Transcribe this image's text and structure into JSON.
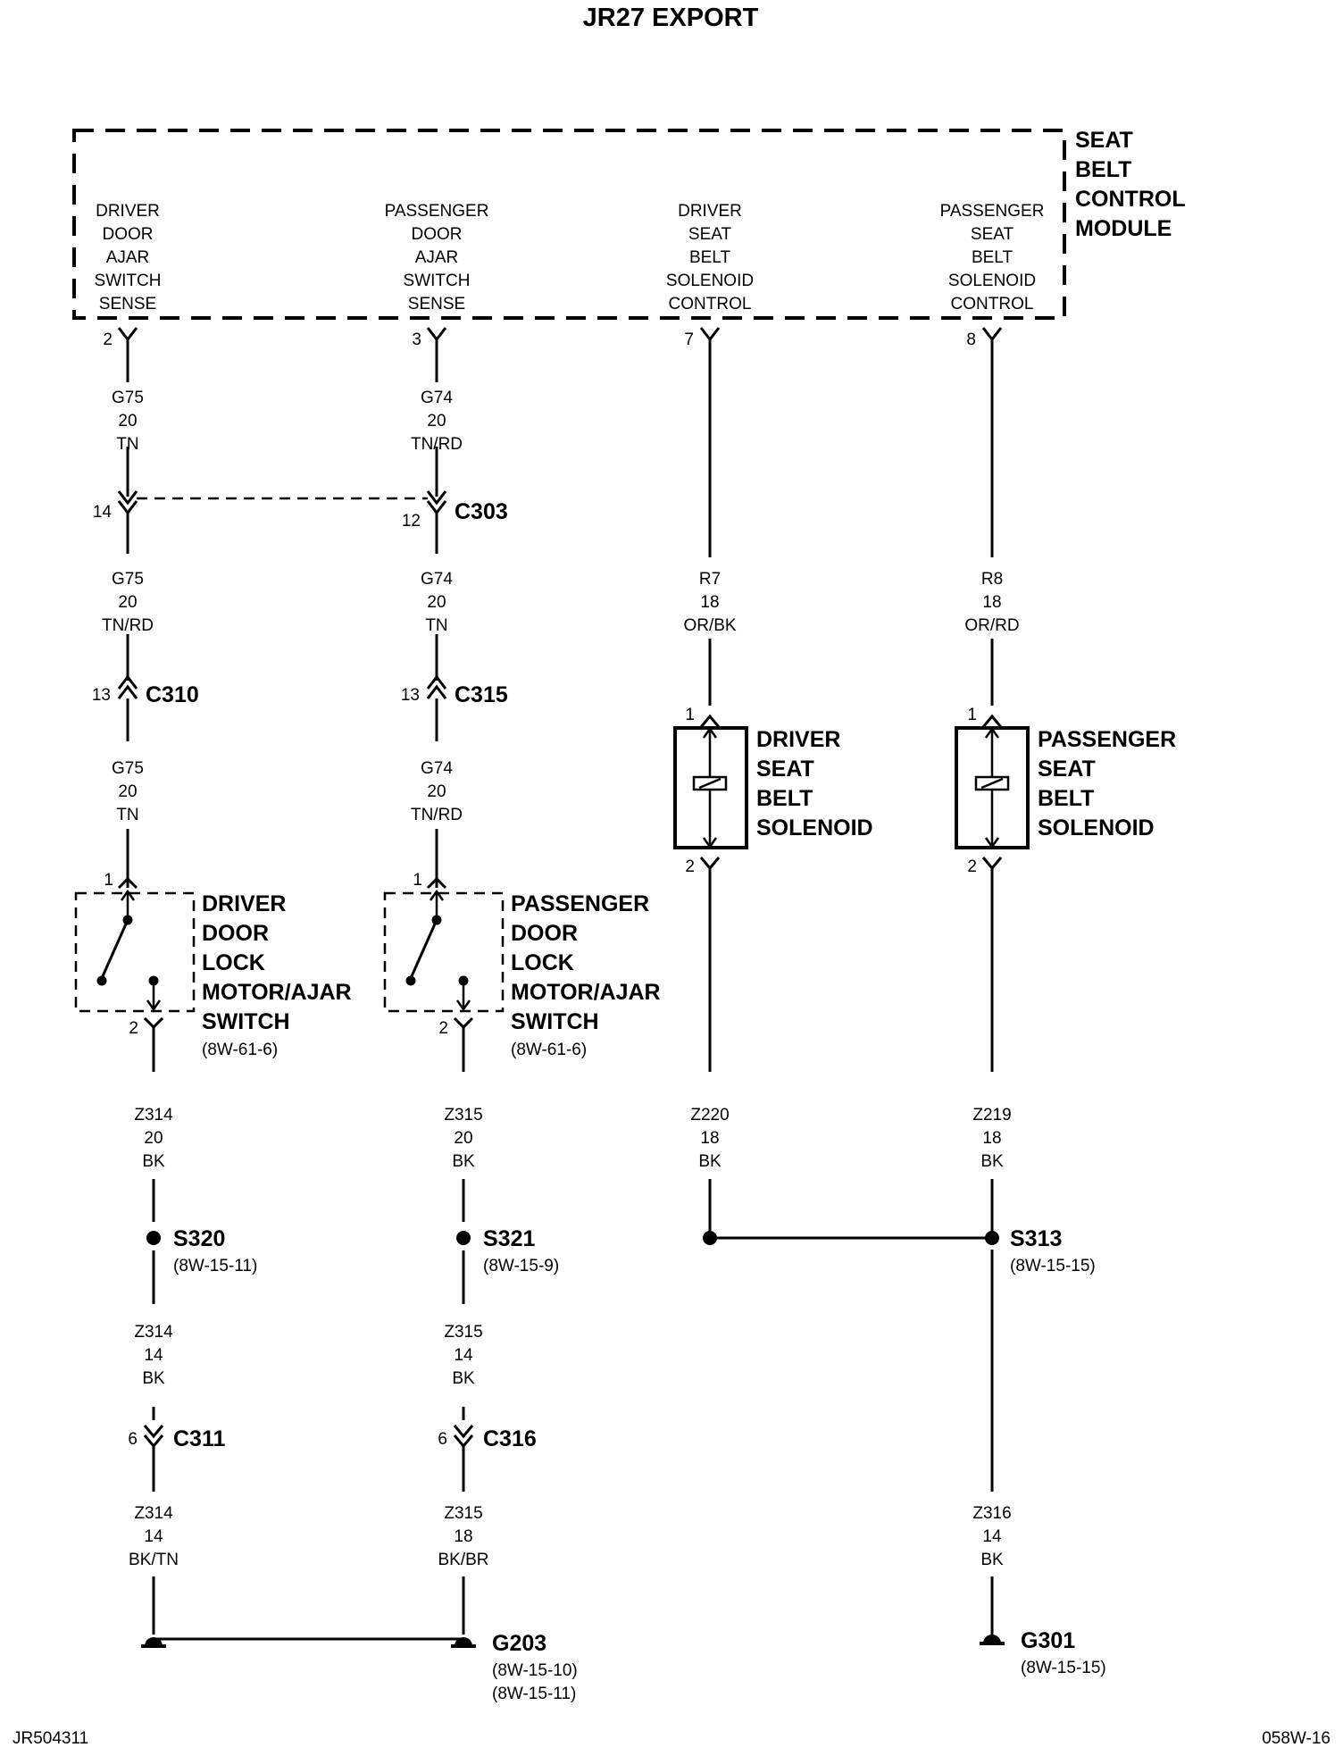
{
  "title": "JR27 EXPORT",
  "module": {
    "name_lines": [
      "SEAT",
      "BELT",
      "CONTROL",
      "MODULE"
    ],
    "pins": [
      {
        "label_lines": [
          "DRIVER",
          "DOOR",
          "AJAR",
          "SWITCH",
          "SENSE"
        ],
        "pin": "2"
      },
      {
        "label_lines": [
          "PASSENGER",
          "DOOR",
          "AJAR",
          "SWITCH",
          "SENSE"
        ],
        "pin": "3"
      },
      {
        "label_lines": [
          "DRIVER",
          "SEAT",
          "BELT",
          "SOLENOID",
          "CONTROL"
        ],
        "pin": "7"
      },
      {
        "label_lines": [
          "PASSENGER",
          "SEAT",
          "BELT",
          "SOLENOID",
          "CONTROL"
        ],
        "pin": "8"
      }
    ]
  },
  "wires": {
    "w1": [
      "G75",
      "20",
      "TN"
    ],
    "w2": [
      "G74",
      "20",
      "TN/RD"
    ],
    "w3": [
      "G75",
      "20",
      "TN/RD"
    ],
    "w4": [
      "G74",
      "20",
      "TN"
    ],
    "w5": [
      "R7",
      "18",
      "OR/BK"
    ],
    "w6": [
      "R8",
      "18",
      "OR/RD"
    ],
    "w7": [
      "G75",
      "20",
      "TN"
    ],
    "w8": [
      "G74",
      "20",
      "TN/RD"
    ],
    "w9": [
      "Z314",
      "20",
      "BK"
    ],
    "w10": [
      "Z315",
      "20",
      "BK"
    ],
    "w11": [
      "Z220",
      "18",
      "BK"
    ],
    "w12": [
      "Z219",
      "18",
      "BK"
    ],
    "w13": [
      "Z314",
      "14",
      "BK"
    ],
    "w14": [
      "Z315",
      "14",
      "BK"
    ],
    "w15": [
      "Z314",
      "14",
      "BK/TN"
    ],
    "w16": [
      "Z315",
      "18",
      "BK/BR"
    ],
    "w17": [
      "Z316",
      "14",
      "BK"
    ]
  },
  "connectors": {
    "c303": {
      "name": "C303",
      "pin_left": "14",
      "pin_right": "12"
    },
    "c310": {
      "name": "C310",
      "pin": "13"
    },
    "c315": {
      "name": "C315",
      "pin": "13"
    },
    "c311": {
      "name": "C311",
      "pin": "6"
    },
    "c316": {
      "name": "C316",
      "pin": "6"
    }
  },
  "solenoids": [
    {
      "name_lines": [
        "DRIVER",
        "SEAT",
        "BELT",
        "SOLENOID"
      ],
      "pin_top": "1",
      "pin_bottom": "2"
    },
    {
      "name_lines": [
        "PASSENGER",
        "SEAT",
        "BELT",
        "SOLENOID"
      ],
      "pin_top": "1",
      "pin_bottom": "2"
    }
  ],
  "switches": [
    {
      "name_lines": [
        "DRIVER",
        "DOOR",
        "LOCK",
        "MOTOR/AJAR",
        "SWITCH"
      ],
      "ref": "(8W-61-6)",
      "pin_top": "1",
      "pin_bottom": "2"
    },
    {
      "name_lines": [
        "PASSENGER",
        "DOOR",
        "LOCK",
        "MOTOR/AJAR",
        "SWITCH"
      ],
      "ref": "(8W-61-6)",
      "pin_top": "1",
      "pin_bottom": "2"
    }
  ],
  "splices": {
    "s320": {
      "name": "S320",
      "ref": "(8W-15-11)"
    },
    "s321": {
      "name": "S321",
      "ref": "(8W-15-9)"
    },
    "s313": {
      "name": "S313",
      "ref": "(8W-15-15)"
    }
  },
  "grounds": {
    "g203": {
      "name": "G203",
      "refs": [
        "(8W-15-10)",
        "(8W-15-11)"
      ]
    },
    "g301": {
      "name": "G301",
      "ref": "(8W-15-15)"
    }
  },
  "footer": {
    "left": "JR504311",
    "right": "058W-16"
  }
}
